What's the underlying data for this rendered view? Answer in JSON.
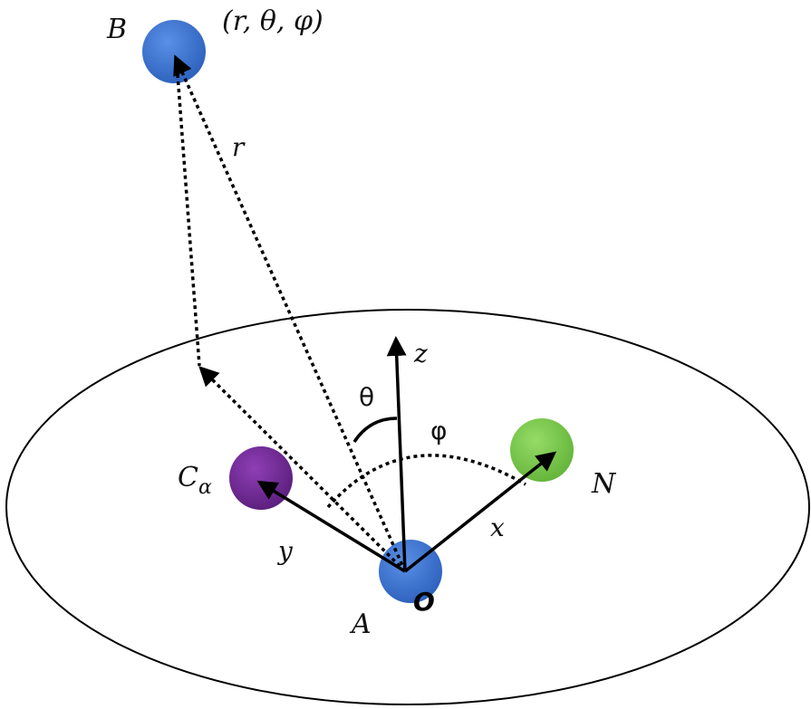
{
  "labels": {
    "B": "B",
    "coords": "(r, θ, φ)",
    "r": "r",
    "z": "z",
    "theta": "θ",
    "phi": "φ",
    "C_main": "C",
    "C_sub": "α",
    "N": "N",
    "y": "y",
    "x": "x",
    "A": "A",
    "O": "O"
  },
  "atoms": {
    "A": {
      "color": "#3f78d4"
    },
    "B": {
      "color": "#3f78d4"
    },
    "Calpha": {
      "color": "#7b2fa0"
    },
    "N": {
      "color": "#7fce4f"
    }
  },
  "colors": {
    "stroke": "#000000",
    "background": "#ffffff"
  }
}
